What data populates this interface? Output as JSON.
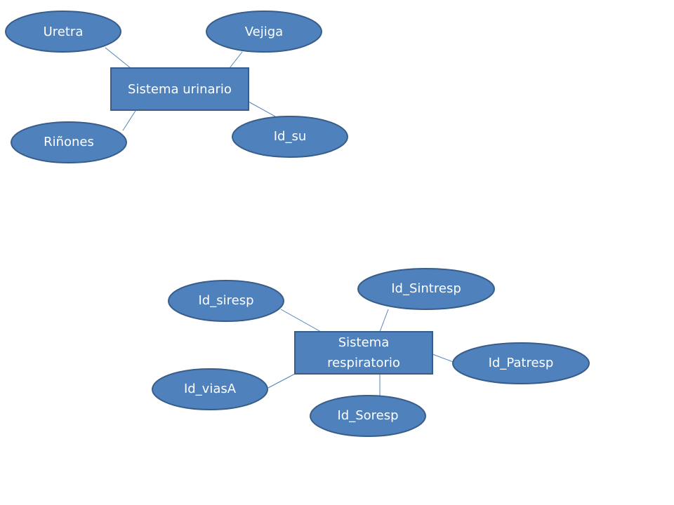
{
  "diagrams": [
    {
      "entity": "Sistema urinario",
      "attributes": [
        "Uretra",
        "Vejiga",
        "Riñones",
        "Id_su"
      ]
    },
    {
      "entity_lines": [
        "Sistema",
        "respiratorio"
      ],
      "attributes": [
        "Id_siresp",
        "Id_Sintresp",
        "Id_Patresp",
        "Id_viasA",
        "Id_Soresp"
      ]
    }
  ],
  "colors": {
    "fill": "#4f81bd",
    "stroke": "#385d8a",
    "text": "#ffffff",
    "background": "#ffffff"
  }
}
